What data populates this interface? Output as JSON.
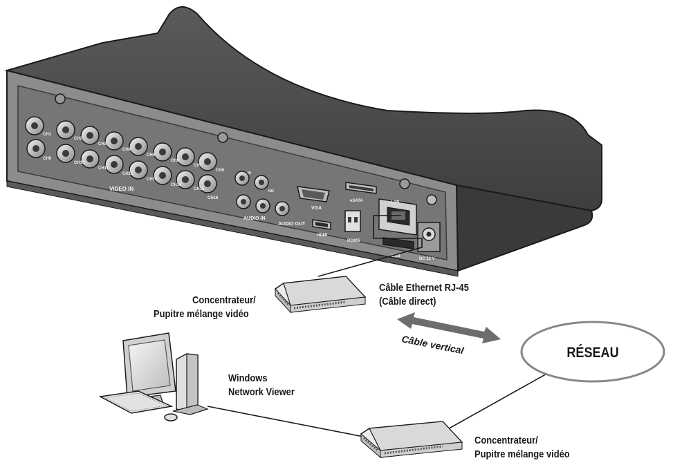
{
  "labels": {
    "hub_top_line1": "Concentrateur/",
    "hub_top_line2": "Pupitre mélange vidéo",
    "cable_line1": "Câble Ethernet RJ-45",
    "cable_line2": "(Câble direct)",
    "crossover": "Câble vertical",
    "network": "RÉSEAU",
    "pc_line1": "Windows",
    "pc_line2": "Network Viewer",
    "hub_bottom_line1": "Concentrateur/",
    "hub_bottom_line2": "Pupitre mélange vidéo"
  },
  "panel_labels": {
    "video_in": "VIDEO IN",
    "audio_in": "AUDIO IN",
    "audio_out": "AUDIO OUT",
    "vga": "VGA",
    "esata": "eSATA",
    "hdmi": "HDMI",
    "rs485": "RS485",
    "lan": "LAN",
    "usb": "USB",
    "dc": "DC 12 V",
    "in1": "IN",
    "in2": "IN2",
    "ch_top": [
      "CH1",
      "CH2",
      "CH3",
      "CH4",
      "CH5",
      "CH6",
      "CH7",
      "CH8"
    ],
    "ch_bottom": [
      "CH9",
      "CH10",
      "CH11",
      "CH12",
      "CH13",
      "CH14",
      "CH15",
      "CH16"
    ]
  },
  "colors": {
    "device_body": "#4a4a4a",
    "device_panel": "#7a7a7a",
    "outline": "#1a1a1a",
    "arrow": "#6d6d6d",
    "hub": "#d9d9d9"
  }
}
